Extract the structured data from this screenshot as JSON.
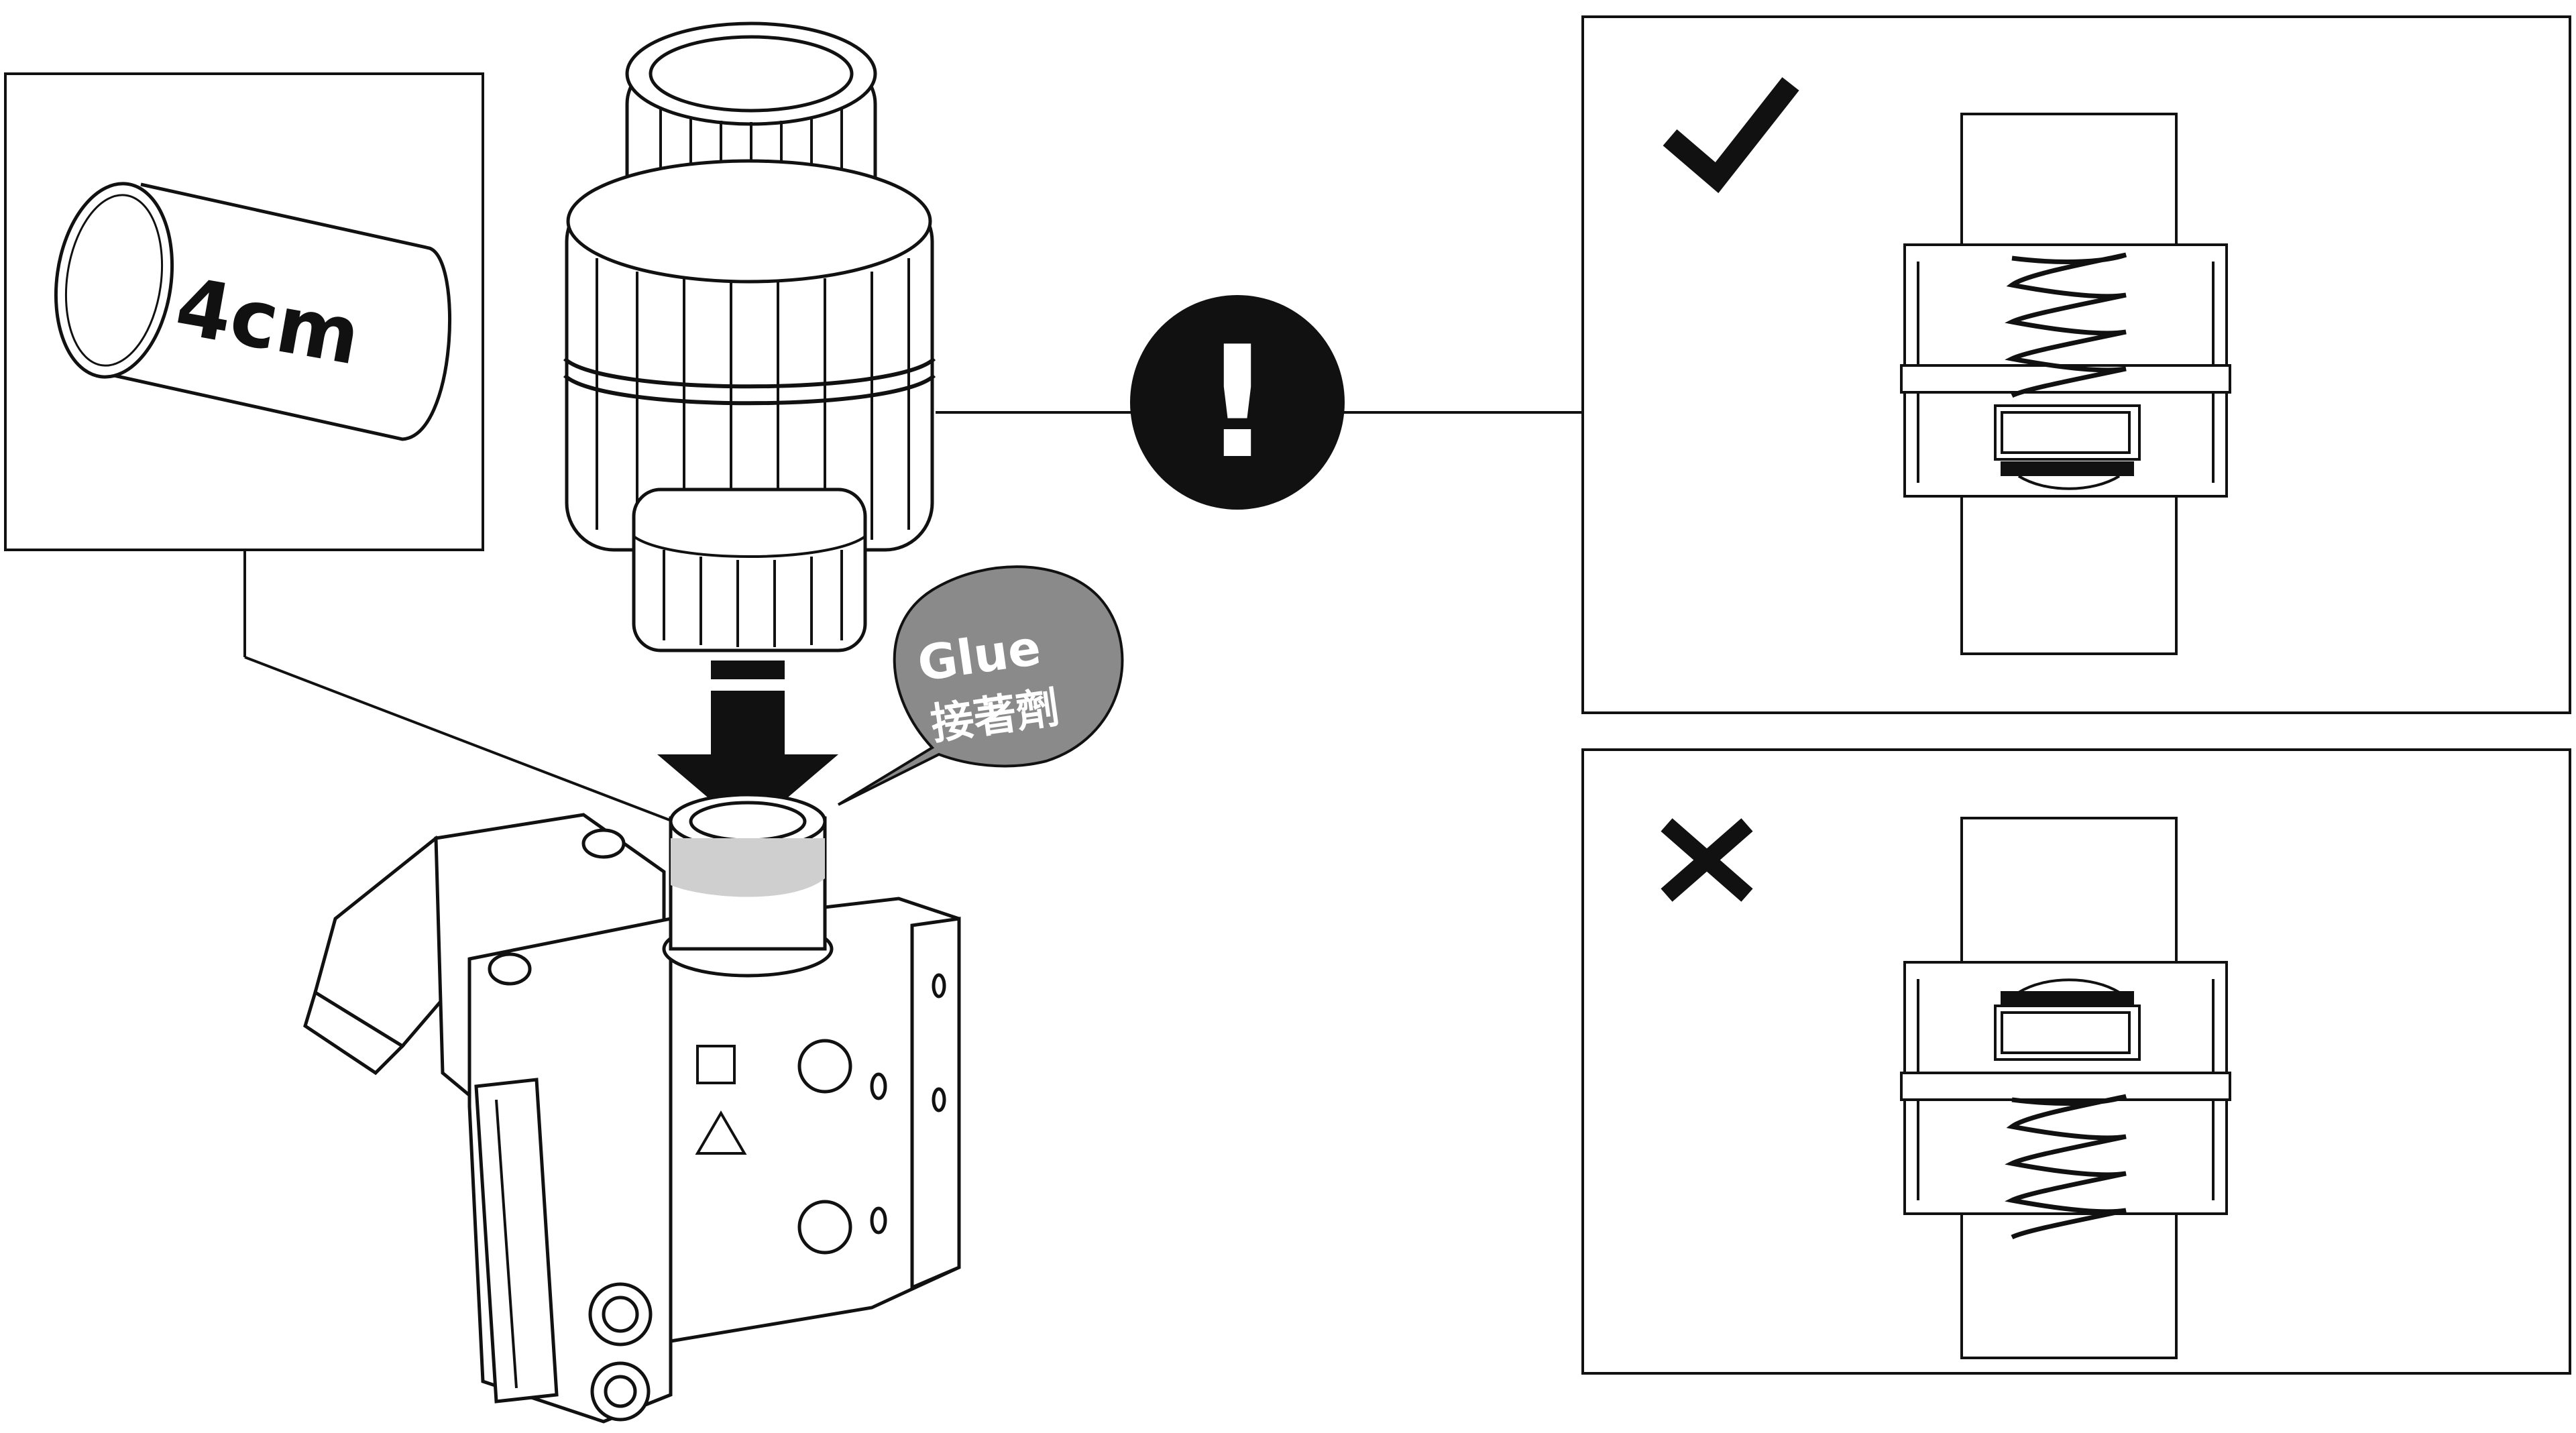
{
  "figure": {
    "pipe_label": "4cm",
    "bubble": {
      "line1": "Glue",
      "line2": "接著劑"
    },
    "warning_symbol": "!",
    "correct_symbol": "✓",
    "wrong_symbol": "✕"
  },
  "colors": {
    "ink": "#111111",
    "background": "#ffffff",
    "bubble_fill": "#8a8a8a",
    "glue_band": "#cfcfcf"
  },
  "icons": [
    "checkmark-icon",
    "cross-icon",
    "warning-icon",
    "down-arrow-icon"
  ]
}
